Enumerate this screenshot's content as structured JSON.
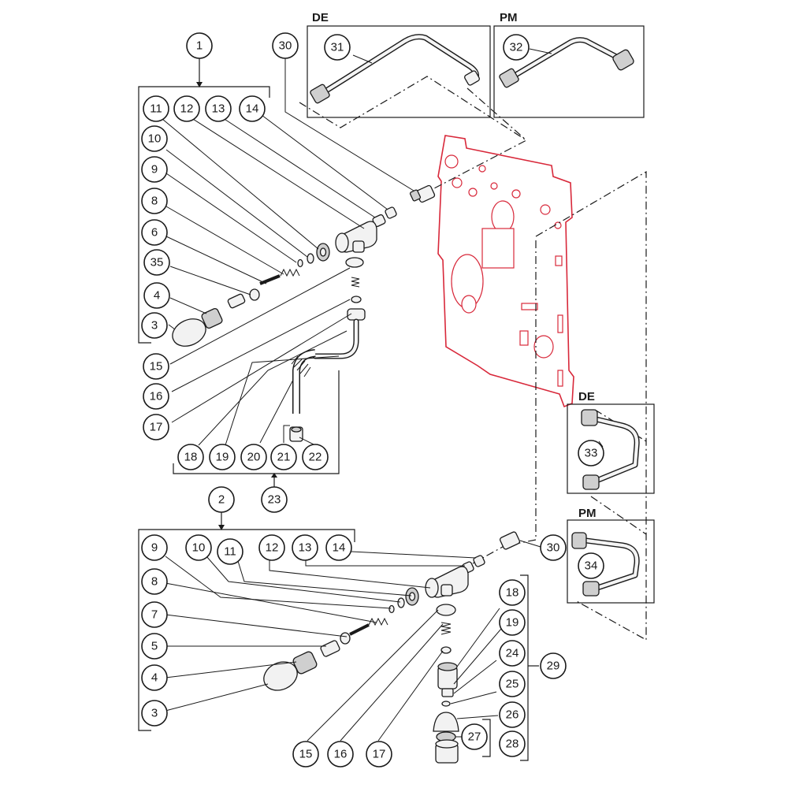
{
  "colors": {
    "frame": "#d8283a",
    "ink": "#1a1a1a"
  },
  "variants": {
    "top_left_box": "DE",
    "top_right_box": "PM",
    "right_upper_box": "DE",
    "right_lower_box": "PM"
  },
  "callouts": {
    "c1": "1",
    "c30a": "30",
    "c31": "31",
    "c32": "32",
    "c11a": "11",
    "c12a": "12",
    "c13a": "13",
    "c14a": "14",
    "c10a": "10",
    "c9a": "9",
    "c8a": "8",
    "c6": "6",
    "c35": "35",
    "c4a": "4",
    "c3a": "3",
    "c15a": "15",
    "c16a": "16",
    "c17a": "17",
    "c18a": "18",
    "c19a": "19",
    "c20": "20",
    "c21": "21",
    "c22": "22",
    "c23": "23",
    "c33": "33",
    "c34": "34",
    "c30b": "30",
    "c2": "2",
    "c9b": "9",
    "c10b": "10",
    "c11b": "11",
    "c12b": "12",
    "c13b": "13",
    "c14b": "14",
    "c8b": "8",
    "c7": "7",
    "c5": "5",
    "c4b": "4",
    "c3b": "3",
    "c18b": "18",
    "c19b": "19",
    "c24": "24",
    "c25": "25",
    "c26": "26",
    "c27": "27",
    "c28": "28",
    "c29": "29",
    "c15b": "15",
    "c16b": "16",
    "c17b": "17"
  }
}
